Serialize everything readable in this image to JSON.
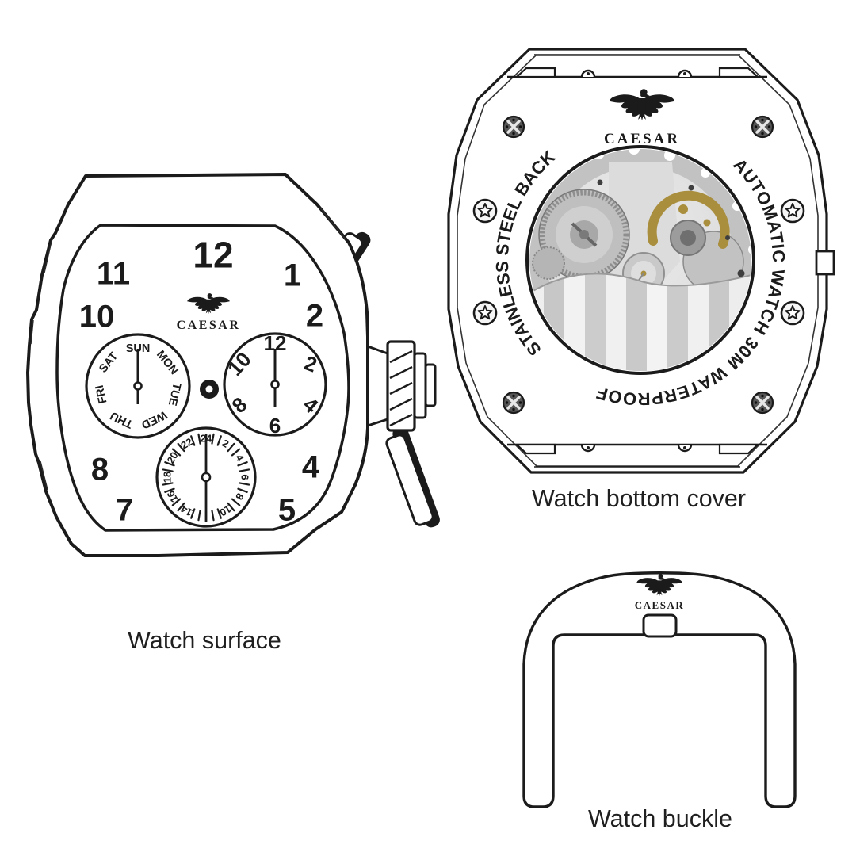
{
  "brand": {
    "name": "CAESAR",
    "logo_icon": "eagle-icon"
  },
  "colors": {
    "ink": "#1b1b1b",
    "gold": "#a98e3e",
    "paper": "#ffffff"
  },
  "watch_surface": {
    "label": "Watch surface",
    "dial_numerals": [
      "12",
      "11",
      "1",
      "10",
      "2",
      "8",
      "4",
      "7",
      "5"
    ],
    "day_subdial_days": [
      "SUN",
      "MON",
      "TUE",
      "WED",
      "THU",
      "FRI",
      "SAT"
    ],
    "hour_subdial_numerals": [
      "12",
      "2",
      "4",
      "6",
      "8",
      "10"
    ],
    "h24_subdial_numerals": [
      "24",
      "2",
      "4",
      "6",
      "8",
      "10",
      "14",
      "16",
      "18",
      "20",
      "22"
    ]
  },
  "bottom_cover": {
    "label": "Watch bottom cover",
    "ring_text_left": "STAINLESS STEEL BACK",
    "ring_text_right": "AUTOMATIC WATCH 30M WATERPROOF"
  },
  "buckle": {
    "label": "Watch buckle"
  }
}
